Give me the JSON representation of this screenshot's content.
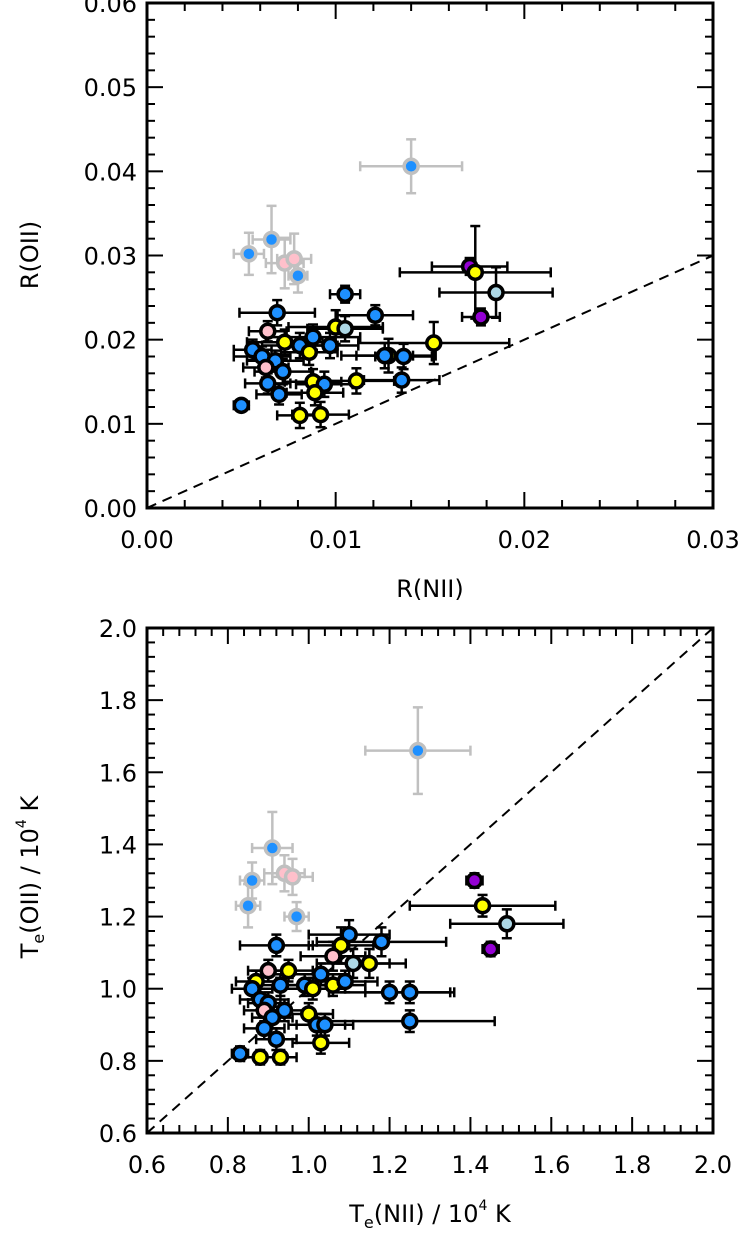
{
  "chart_data": [
    {
      "type": "scatter",
      "xlabel": "R(NII)",
      "ylabel": "R(OII)",
      "xlim": [
        0.0,
        0.03
      ],
      "ylim": [
        0.0,
        0.06
      ],
      "xticks": [
        "0.00",
        "0.01",
        "0.02",
        "0.03"
      ],
      "yticks": [
        "0.00",
        "0.01",
        "0.02",
        "0.03",
        "0.04",
        "0.05",
        "0.06"
      ],
      "reference_line": {
        "style": "dashed",
        "x": [
          0.0,
          0.03
        ],
        "y": [
          0.0,
          0.03
        ]
      },
      "colors": {
        "blue": "#1e90ff",
        "yellow": "#ffff00",
        "pink": "#ffc0cb",
        "lightblue": "#add8e6",
        "purple": "#9400d3",
        "outline": "#000000",
        "grey": "#c0c0c0"
      },
      "points": [
        {
          "x": 0.014,
          "y": 0.0406,
          "xerr": 0.0027,
          "yerr": 0.0032,
          "fill": "blue",
          "group": "grey"
        },
        {
          "x": 0.0054,
          "y": 0.0302,
          "xerr": 0.0008,
          "yerr": 0.0025,
          "fill": "blue",
          "group": "grey"
        },
        {
          "x": 0.0066,
          "y": 0.0319,
          "xerr": 0.001,
          "yerr": 0.004,
          "fill": "blue",
          "group": "grey"
        },
        {
          "x": 0.0073,
          "y": 0.0291,
          "xerr": 0.001,
          "yerr": 0.003,
          "fill": "pink",
          "group": "grey"
        },
        {
          "x": 0.0078,
          "y": 0.0296,
          "xerr": 0.0009,
          "yerr": 0.003,
          "fill": "pink",
          "group": "grey"
        },
        {
          "x": 0.008,
          "y": 0.0276,
          "xerr": 0.0005,
          "yerr": 0.002,
          "fill": "blue",
          "group": "grey"
        },
        {
          "x": 0.0171,
          "y": 0.0287,
          "xerr": 0.002,
          "yerr": 0.001,
          "fill": "purple",
          "group": "black"
        },
        {
          "x": 0.0174,
          "y": 0.028,
          "xerr": 0.004,
          "yerr": 0.0055,
          "fill": "yellow",
          "group": "black"
        },
        {
          "x": 0.0185,
          "y": 0.0256,
          "xerr": 0.003,
          "yerr": 0.003,
          "fill": "lightblue",
          "group": "black"
        },
        {
          "x": 0.0177,
          "y": 0.0227,
          "xerr": 0.001,
          "yerr": 0.001,
          "fill": "purple",
          "group": "black"
        },
        {
          "x": 0.0105,
          "y": 0.0254,
          "xerr": 0.0008,
          "yerr": 0.001,
          "fill": "blue",
          "group": "black"
        },
        {
          "x": 0.0121,
          "y": 0.0229,
          "xerr": 0.002,
          "yerr": 0.0012,
          "fill": "blue",
          "group": "black"
        },
        {
          "x": 0.0069,
          "y": 0.0232,
          "xerr": 0.002,
          "yerr": 0.0015,
          "fill": "blue",
          "group": "black"
        },
        {
          "x": 0.0064,
          "y": 0.021,
          "xerr": 0.001,
          "yerr": 0.0012,
          "fill": "pink",
          "group": "black"
        },
        {
          "x": 0.01,
          "y": 0.0215,
          "xerr": 0.0025,
          "yerr": 0.002,
          "fill": "yellow",
          "group": "black"
        },
        {
          "x": 0.0105,
          "y": 0.0213,
          "xerr": 0.002,
          "yerr": 0.0015,
          "fill": "lightblue",
          "group": "black"
        },
        {
          "x": 0.0088,
          "y": 0.0203,
          "xerr": 0.0025,
          "yerr": 0.0015,
          "fill": "blue",
          "group": "black"
        },
        {
          "x": 0.0073,
          "y": 0.0197,
          "xerr": 0.002,
          "yerr": 0.0015,
          "fill": "yellow",
          "group": "black"
        },
        {
          "x": 0.0081,
          "y": 0.0193,
          "xerr": 0.002,
          "yerr": 0.0015,
          "fill": "blue",
          "group": "black"
        },
        {
          "x": 0.0097,
          "y": 0.0193,
          "xerr": 0.0015,
          "yerr": 0.0015,
          "fill": "blue",
          "group": "black"
        },
        {
          "x": 0.0056,
          "y": 0.0188,
          "xerr": 0.001,
          "yerr": 0.0012,
          "fill": "blue",
          "group": "black"
        },
        {
          "x": 0.0086,
          "y": 0.0185,
          "xerr": 0.0015,
          "yerr": 0.0015,
          "fill": "yellow",
          "group": "black"
        },
        {
          "x": 0.0128,
          "y": 0.0181,
          "xerr": 0.0025,
          "yerr": 0.002,
          "fill": "yellow",
          "group": "black"
        },
        {
          "x": 0.0126,
          "y": 0.0181,
          "xerr": 0.0015,
          "yerr": 0.0015,
          "fill": "blue",
          "group": "black"
        },
        {
          "x": 0.0136,
          "y": 0.018,
          "xerr": 0.0015,
          "yerr": 0.0015,
          "fill": "blue",
          "group": "black"
        },
        {
          "x": 0.0152,
          "y": 0.0196,
          "xerr": 0.004,
          "yerr": 0.0025,
          "fill": "yellow",
          "group": "black"
        },
        {
          "x": 0.0061,
          "y": 0.018,
          "xerr": 0.0015,
          "yerr": 0.0012,
          "fill": "blue",
          "group": "black"
        },
        {
          "x": 0.0068,
          "y": 0.0175,
          "xerr": 0.0015,
          "yerr": 0.0012,
          "fill": "blue",
          "group": "black"
        },
        {
          "x": 0.0063,
          "y": 0.0167,
          "xerr": 0.0012,
          "yerr": 0.0012,
          "fill": "pink",
          "group": "black"
        },
        {
          "x": 0.0072,
          "y": 0.0162,
          "xerr": 0.0015,
          "yerr": 0.0015,
          "fill": "blue",
          "group": "black"
        },
        {
          "x": 0.0064,
          "y": 0.0148,
          "xerr": 0.0012,
          "yerr": 0.0012,
          "fill": "blue",
          "group": "black"
        },
        {
          "x": 0.007,
          "y": 0.0135,
          "xerr": 0.0012,
          "yerr": 0.0012,
          "fill": "blue",
          "group": "black"
        },
        {
          "x": 0.0088,
          "y": 0.015,
          "xerr": 0.0015,
          "yerr": 0.0015,
          "fill": "yellow",
          "group": "black"
        },
        {
          "x": 0.0094,
          "y": 0.0147,
          "xerr": 0.0015,
          "yerr": 0.0015,
          "fill": "blue",
          "group": "black"
        },
        {
          "x": 0.0111,
          "y": 0.0151,
          "xerr": 0.002,
          "yerr": 0.0015,
          "fill": "yellow",
          "group": "black"
        },
        {
          "x": 0.0135,
          "y": 0.0152,
          "xerr": 0.002,
          "yerr": 0.0015,
          "fill": "blue",
          "group": "black"
        },
        {
          "x": 0.0089,
          "y": 0.0137,
          "xerr": 0.0015,
          "yerr": 0.0015,
          "fill": "yellow",
          "group": "black"
        },
        {
          "x": 0.0081,
          "y": 0.011,
          "xerr": 0.0012,
          "yerr": 0.0015,
          "fill": "yellow",
          "group": "black"
        },
        {
          "x": 0.0092,
          "y": 0.0111,
          "xerr": 0.0015,
          "yerr": 0.0015,
          "fill": "yellow",
          "group": "black"
        },
        {
          "x": 0.005,
          "y": 0.0122,
          "xerr": 0.0004,
          "yerr": 0.0006,
          "fill": "blue",
          "group": "black"
        }
      ]
    },
    {
      "type": "scatter",
      "xlabel": "Te(NII) / 10⁴ K",
      "ylabel": "Te(OII) / 10⁴ K",
      "xlabel_parts": {
        "T": "T",
        "sub": "e",
        "rest": "(NII)  /  10",
        "sup": "4",
        "unit": " K"
      },
      "ylabel_parts": {
        "T": "T",
        "sub": "e",
        "rest": "(OII)  /  10",
        "sup": "4",
        "unit": " K"
      },
      "xlim": [
        0.6,
        2.0
      ],
      "ylim": [
        0.6,
        2.0
      ],
      "xticks": [
        "0.6",
        "0.8",
        "1.0",
        "1.2",
        "1.4",
        "1.6",
        "1.8",
        "2.0"
      ],
      "yticks": [
        "0.6",
        "0.8",
        "1.0",
        "1.2",
        "1.4",
        "1.6",
        "1.8",
        "2.0"
      ],
      "reference_line": {
        "style": "dashed",
        "x": [
          0.6,
          2.0
        ],
        "y": [
          0.6,
          2.0
        ]
      },
      "colors": {
        "blue": "#1e90ff",
        "yellow": "#ffff00",
        "pink": "#ffc0cb",
        "lightblue": "#add8e6",
        "purple": "#9400d3",
        "outline": "#000000",
        "grey": "#c0c0c0"
      },
      "points": [
        {
          "x": 1.27,
          "y": 1.66,
          "xerr": 0.13,
          "yerr": 0.12,
          "fill": "blue",
          "group": "grey"
        },
        {
          "x": 0.91,
          "y": 1.39,
          "xerr": 0.05,
          "yerr": 0.1,
          "fill": "blue",
          "group": "grey"
        },
        {
          "x": 0.86,
          "y": 1.3,
          "xerr": 0.03,
          "yerr": 0.05,
          "fill": "blue",
          "group": "grey"
        },
        {
          "x": 0.85,
          "y": 1.23,
          "xerr": 0.03,
          "yerr": 0.06,
          "fill": "blue",
          "group": "grey"
        },
        {
          "x": 0.94,
          "y": 1.32,
          "xerr": 0.05,
          "yerr": 0.05,
          "fill": "pink",
          "group": "grey"
        },
        {
          "x": 0.96,
          "y": 1.31,
          "xerr": 0.05,
          "yerr": 0.05,
          "fill": "pink",
          "group": "grey"
        },
        {
          "x": 0.97,
          "y": 1.2,
          "xerr": 0.03,
          "yerr": 0.04,
          "fill": "blue",
          "group": "grey"
        },
        {
          "x": 1.41,
          "y": 1.3,
          "xerr": 0.02,
          "yerr": 0.02,
          "fill": "purple",
          "group": "black"
        },
        {
          "x": 1.43,
          "y": 1.23,
          "xerr": 0.18,
          "yerr": 0.03,
          "fill": "yellow",
          "group": "black"
        },
        {
          "x": 1.49,
          "y": 1.18,
          "xerr": 0.14,
          "yerr": 0.04,
          "fill": "lightblue",
          "group": "black"
        },
        {
          "x": 1.45,
          "y": 1.11,
          "xerr": 0.02,
          "yerr": 0.02,
          "fill": "purple",
          "group": "black"
        },
        {
          "x": 0.92,
          "y": 1.12,
          "xerr": 0.09,
          "yerr": 0.03,
          "fill": "blue",
          "group": "black"
        },
        {
          "x": 1.1,
          "y": 1.15,
          "xerr": 0.1,
          "yerr": 0.04,
          "fill": "blue",
          "group": "black"
        },
        {
          "x": 1.18,
          "y": 1.13,
          "xerr": 0.16,
          "yerr": 0.04,
          "fill": "blue",
          "group": "black"
        },
        {
          "x": 1.08,
          "y": 1.12,
          "xerr": 0.08,
          "yerr": 0.05,
          "fill": "yellow",
          "group": "black"
        },
        {
          "x": 1.06,
          "y": 1.09,
          "xerr": 0.08,
          "yerr": 0.04,
          "fill": "pink",
          "group": "black"
        },
        {
          "x": 1.11,
          "y": 1.07,
          "xerr": 0.09,
          "yerr": 0.04,
          "fill": "lightblue",
          "group": "black"
        },
        {
          "x": 1.15,
          "y": 1.07,
          "xerr": 0.09,
          "yerr": 0.04,
          "fill": "yellow",
          "group": "black"
        },
        {
          "x": 0.9,
          "y": 1.05,
          "xerr": 0.05,
          "yerr": 0.03,
          "fill": "pink",
          "group": "black"
        },
        {
          "x": 0.95,
          "y": 1.05,
          "xerr": 0.06,
          "yerr": 0.03,
          "fill": "yellow",
          "group": "black"
        },
        {
          "x": 1.03,
          "y": 1.04,
          "xerr": 0.07,
          "yerr": 0.03,
          "fill": "blue",
          "group": "black"
        },
        {
          "x": 0.87,
          "y": 1.02,
          "xerr": 0.05,
          "yerr": 0.03,
          "fill": "yellow",
          "group": "black"
        },
        {
          "x": 0.93,
          "y": 1.01,
          "xerr": 0.06,
          "yerr": 0.03,
          "fill": "blue",
          "group": "black"
        },
        {
          "x": 0.99,
          "y": 1.01,
          "xerr": 0.07,
          "yerr": 0.03,
          "fill": "blue",
          "group": "black"
        },
        {
          "x": 1.06,
          "y": 1.01,
          "xerr": 0.08,
          "yerr": 0.03,
          "fill": "yellow",
          "group": "black"
        },
        {
          "x": 1.09,
          "y": 1.02,
          "xerr": 0.08,
          "yerr": 0.03,
          "fill": "blue",
          "group": "black"
        },
        {
          "x": 0.86,
          "y": 1.0,
          "xerr": 0.05,
          "yerr": 0.03,
          "fill": "blue",
          "group": "black"
        },
        {
          "x": 1.01,
          "y": 1.0,
          "xerr": 0.08,
          "yerr": 0.03,
          "fill": "yellow",
          "group": "black"
        },
        {
          "x": 1.2,
          "y": 0.99,
          "xerr": 0.15,
          "yerr": 0.03,
          "fill": "blue",
          "group": "black"
        },
        {
          "x": 1.25,
          "y": 0.99,
          "xerr": 0.11,
          "yerr": 0.03,
          "fill": "blue",
          "group": "black"
        },
        {
          "x": 0.88,
          "y": 0.97,
          "xerr": 0.05,
          "yerr": 0.03,
          "fill": "blue",
          "group": "black"
        },
        {
          "x": 0.9,
          "y": 0.96,
          "xerr": 0.05,
          "yerr": 0.03,
          "fill": "blue",
          "group": "black"
        },
        {
          "x": 0.89,
          "y": 0.94,
          "xerr": 0.05,
          "yerr": 0.03,
          "fill": "pink",
          "group": "black"
        },
        {
          "x": 0.94,
          "y": 0.94,
          "xerr": 0.06,
          "yerr": 0.03,
          "fill": "blue",
          "group": "black"
        },
        {
          "x": 1.0,
          "y": 0.93,
          "xerr": 0.06,
          "yerr": 0.03,
          "fill": "yellow",
          "group": "black"
        },
        {
          "x": 0.91,
          "y": 0.92,
          "xerr": 0.05,
          "yerr": 0.03,
          "fill": "blue",
          "group": "black"
        },
        {
          "x": 1.25,
          "y": 0.91,
          "xerr": 0.21,
          "yerr": 0.03,
          "fill": "blue",
          "group": "black"
        },
        {
          "x": 1.02,
          "y": 0.9,
          "xerr": 0.07,
          "yerr": 0.03,
          "fill": "blue",
          "group": "black"
        },
        {
          "x": 1.04,
          "y": 0.9,
          "xerr": 0.07,
          "yerr": 0.03,
          "fill": "blue",
          "group": "black"
        },
        {
          "x": 0.89,
          "y": 0.89,
          "xerr": 0.05,
          "yerr": 0.03,
          "fill": "blue",
          "group": "black"
        },
        {
          "x": 0.92,
          "y": 0.86,
          "xerr": 0.05,
          "yerr": 0.03,
          "fill": "blue",
          "group": "black"
        },
        {
          "x": 1.03,
          "y": 0.85,
          "xerr": 0.07,
          "yerr": 0.03,
          "fill": "yellow",
          "group": "black"
        },
        {
          "x": 0.83,
          "y": 0.82,
          "xerr": 0.02,
          "yerr": 0.02,
          "fill": "blue",
          "group": "black"
        },
        {
          "x": 0.88,
          "y": 0.81,
          "xerr": 0.04,
          "yerr": 0.02,
          "fill": "yellow",
          "group": "black"
        },
        {
          "x": 0.93,
          "y": 0.81,
          "xerr": 0.04,
          "yerr": 0.02,
          "fill": "yellow",
          "group": "black"
        }
      ]
    }
  ]
}
